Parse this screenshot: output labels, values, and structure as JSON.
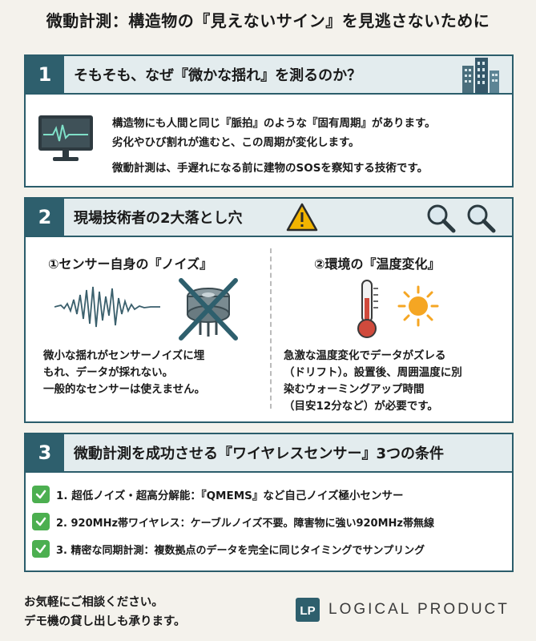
{
  "title": "微動計測：構造物の『見えないサイン』を見逃さないために",
  "section1": {
    "number": "1",
    "title": "そもそも、なぜ『微かな揺れ』を測るのか？",
    "lines": [
      "構造物にも人間と同じ『脈拍』のような『固有周期』があります。",
      "劣化やひび割れが進むと、この周期が変化します。",
      "微動計測は、手遅れになる前に建物のSOSを察知する技術です。"
    ]
  },
  "section2": {
    "number": "2",
    "title": "現場技術者の2大落とし穴",
    "left": {
      "title": "①センサー自身の『ノイズ』",
      "lines": [
        "微小な揺れがセンサーノイズに埋",
        "もれ、データが採れない。",
        "一般的なセンサーは使えません。"
      ]
    },
    "right": {
      "title": "②環境の『温度変化』",
      "lines": [
        "急激な温度変化でデータがズレる",
        "（ドリフト）。設置後、周囲温度に別",
        "染むウォーミングアップ時間",
        "（目安12分など）が必要です。"
      ]
    }
  },
  "section3": {
    "number": "3",
    "title": "微動計測を成功させる『ワイヤレスセンサー』3つの条件",
    "items": [
      "1. 超低ノイズ・超高分解能：『QMEMS』など自己ノイズ極小センサー",
      "2. 920MHz帯ワイヤレス：ケーブルノイズ不要。障害物に強い920MHz帯無線",
      "3. 精密な同期計測：複数拠点のデータを完全に同じタイミングでサンプリング"
    ]
  },
  "footer": {
    "lines": [
      "お気軽にご相談ください。",
      "デモ機の貸し出しも承ります。"
    ],
    "brand_mark": "LP",
    "brand_name": "LOGICAL PRODUCT"
  },
  "colors": {
    "accent": "#2e5f6d",
    "header_bg": "#e3ecee",
    "check": "#4caf50",
    "warning": "#f2b400",
    "thermometer": "#d04a3c",
    "sun": "#f5a623"
  },
  "icons": [
    "buildings-icon",
    "monitor-waveform-icon",
    "warning-icon",
    "magnifier-icon",
    "noise-waveform-icon",
    "crossed-sensor-icon",
    "thermometer-icon",
    "sun-icon",
    "checkmark-icon",
    "logo-mark-icon"
  ]
}
